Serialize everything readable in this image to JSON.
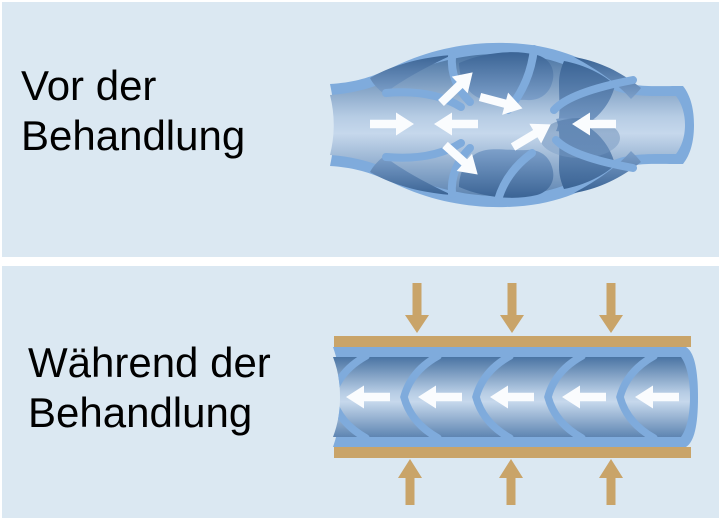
{
  "panels": {
    "before": {
      "label_line1": "Vor der",
      "label_line2": "Behandlung",
      "vein_state": "dilated bulging vein with leaky valve pockets",
      "flow_arrow_directions": [
        "right",
        "left",
        "up-right",
        "right-down",
        "up-right",
        "left",
        "down-right"
      ]
    },
    "during": {
      "label_line1": "Während der",
      "label_line2": "Behandlung",
      "vein_state": "compressed straight vein with closed chevron valves",
      "flow_arrow_directions": [
        "left",
        "left",
        "left",
        "left",
        "left"
      ],
      "compression_arrows_top": [
        "down",
        "down",
        "down"
      ],
      "compression_arrows_bottom": [
        "up",
        "up",
        "up"
      ]
    }
  },
  "colors": {
    "frame": "#ffffff",
    "panel_background": "#dbe8f2",
    "text": "#000000",
    "vein_wall": "#7fabdc",
    "lumen_top": "#4a74a3",
    "lumen_mid": "#b6cce4",
    "lumen_light": "#c6d8ec",
    "lumen_bottom": "#5e85b2",
    "pocket_dark": "#3b6495",
    "pocket_light": "#7da0ca",
    "compression_band": "#c9a469",
    "flow_arrow": "#fafcfe"
  }
}
